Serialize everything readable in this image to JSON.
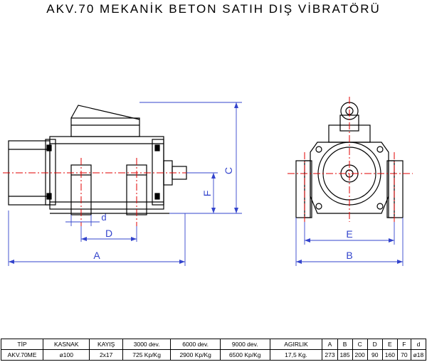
{
  "title": "AKV.70 MEKANİK BETON SATIH DIŞ VİBRATÖRÜ",
  "dimension_labels": {
    "a": "A",
    "b": "B",
    "c": "C",
    "d_upper": "D",
    "d_lower": "d",
    "e": "E",
    "f": "F"
  },
  "table": {
    "headers": [
      "TİP",
      "KASNAK",
      "KAYIŞ",
      "3000 dev.",
      "6000 dev.",
      "9000 dev.",
      "AGIRLIK",
      "A",
      "B",
      "C",
      "D",
      "E",
      "F",
      "d"
    ],
    "row": [
      "AKV.70ME",
      "ø100",
      "2x17",
      "725 Kp/Kg",
      "2900 Kp/Kg",
      "6500 Kp/Kg",
      "17,5 Kg.",
      "273",
      "185",
      "200",
      "90",
      "160",
      "70",
      "ø18"
    ]
  },
  "colors": {
    "line": "#000000",
    "centerline": "#e00000",
    "dimension": "#3344cc"
  }
}
